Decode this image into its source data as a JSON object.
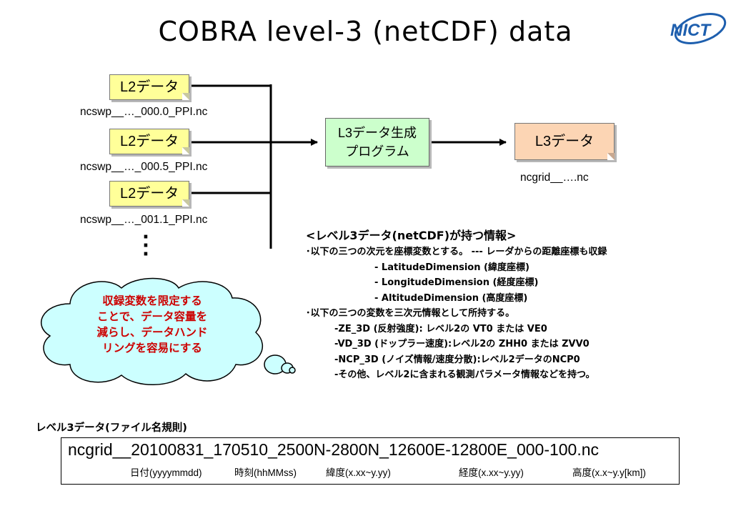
{
  "title": "COBRA level-3 (netCDF) data",
  "logo_text": "NICT",
  "inputs": [
    {
      "label": "L2データ",
      "file": "ncswp__…_000.0_PPI.nc"
    },
    {
      "label": "L2データ",
      "file": "ncswp__…_000.5_PPI.nc"
    },
    {
      "label": "L2データ",
      "file": "ncswp__…_001.1_PPI.nc"
    }
  ],
  "ellipsis": "・\n・\n・",
  "program": {
    "line1": "L3データ生成",
    "line2": "プログラム"
  },
  "output": {
    "label": "L3データ",
    "file": "ncgrid__….nc"
  },
  "cloud": {
    "lines": [
      "収録変数を限定する",
      "ことで、データ容量を",
      "減らし、データハンド",
      "リングを容易にする"
    ]
  },
  "info": {
    "heading": "<レベル3データ(netCDF)が持つ情報>",
    "line1": "･以下の三つの次元を座標変数とする。 --- レーダからの距離座標も収録",
    "dims": [
      "- LatitudeDimension (緯度座標)",
      "- LongitudeDimension (経度座標)",
      "- AltitudeDimension (高度座標)"
    ],
    "line2": "･以下の三つの変数を三次元情報として所持する。",
    "vars": [
      "-ZE_3D (反射強度): レベル2の VT0 または VE0",
      "-VD_3D (ドップラー速度):レベル2の ZHH0 または ZVV0",
      "-NCP_3D (ノイズ情報/速度分散):レベル2データのNCP0",
      "-その他、レベル2に含まれる観測パラメータ情報などを持つ。"
    ]
  },
  "naming": {
    "label": "レベル3データ(ファイル名規則)",
    "filename": "ncgrid__20100831_170510_2500N-2800N_12600E-12800E_000-100.nc",
    "date": "日付(yyyymmdd)",
    "time": "時刻(hhMMss)",
    "lat": "緯度(x.xx~y.yy)",
    "lon": "経度(x.xx~y.yy)",
    "alt": "高度(x.x~y.y[km])"
  },
  "colors": {
    "l2_fill": "#ffff99",
    "program_fill": "#ccffcc",
    "l3_fill": "#fcd5b4",
    "cloud_fill": "#ccffff",
    "cloud_text": "#cc0000",
    "logo_blue": "#1e5fae"
  }
}
